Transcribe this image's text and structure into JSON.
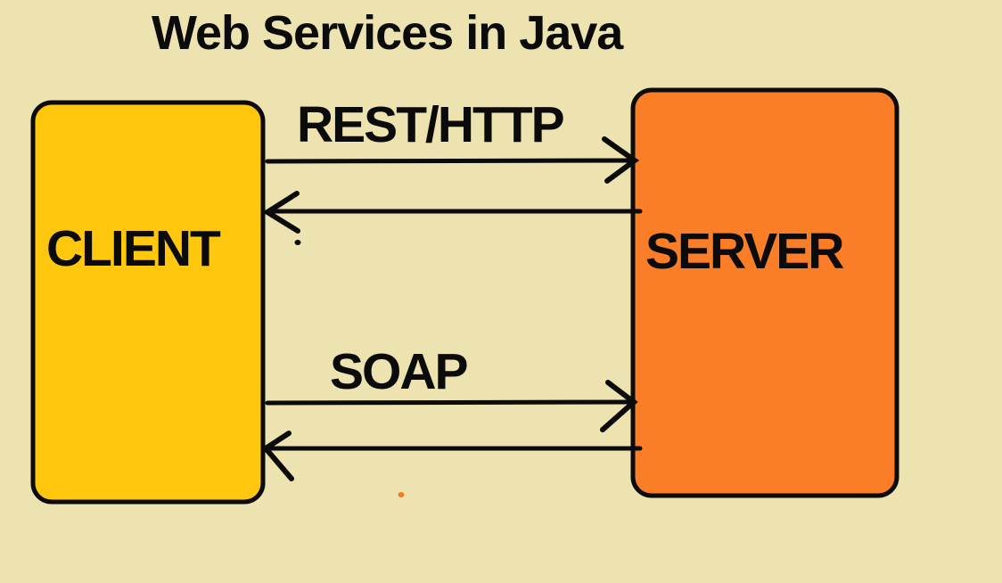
{
  "title": "Web Services in Java",
  "nodes": {
    "client": {
      "label": "CLIENT"
    },
    "server": {
      "label": "SERVER"
    }
  },
  "connections": [
    {
      "label": "REST/HTTP",
      "from": "CLIENT",
      "to": "SERVER",
      "direction": "bidirectional"
    },
    {
      "label": "SOAP",
      "from": "CLIENT",
      "to": "SERVER",
      "direction": "bidirectional"
    }
  ],
  "colors": {
    "background": "#EDE3B1",
    "client_fill": "#FFC70D",
    "server_fill": "#FA7E28",
    "line": "#0b0b0b",
    "accent_dot": "#F47B20"
  }
}
